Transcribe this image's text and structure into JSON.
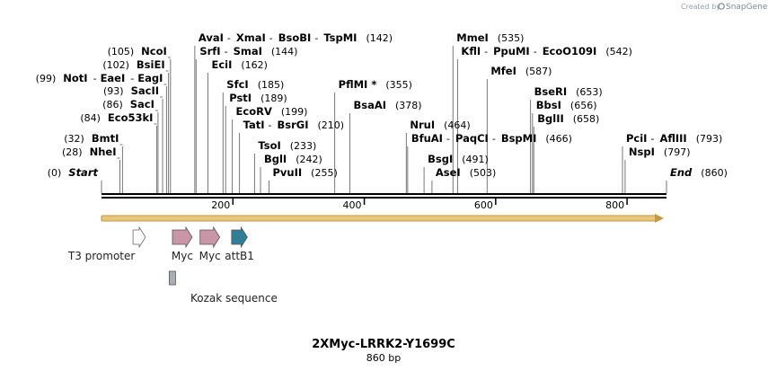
{
  "credit": {
    "prefix": "Created by",
    "brand": "SnapGene"
  },
  "map": {
    "title": "2XMyc-LRRK2-Y1699C",
    "length_label": "860 bp",
    "length": 860,
    "ticks": [
      200,
      400,
      600,
      800
    ],
    "colors": {
      "orf_fill": "#e8c67c",
      "orf_stroke": "#c49a3c",
      "myc": "#c996a8",
      "attb1": "#2f7f96",
      "kozak": "#a9aeb3",
      "promoter": "#ffffff"
    }
  },
  "site_groups": [
    {
      "pos": "(0)",
      "parts": [
        {
          "name": "Start",
          "at": 0
        }
      ],
      "kind": "start"
    },
    {
      "pos": "(28)",
      "parts": [
        {
          "name": "NheI",
          "at": 28
        }
      ]
    },
    {
      "pos": "(32)",
      "parts": [
        {
          "name": "BmtI",
          "at": 32
        }
      ]
    },
    {
      "pos": "(84)",
      "parts": [
        {
          "name": "Eco53kI",
          "at": 84
        }
      ]
    },
    {
      "pos": "(86)",
      "parts": [
        {
          "name": "SacI",
          "at": 86
        }
      ]
    },
    {
      "pos": "(93)",
      "parts": [
        {
          "name": "SacII",
          "at": 93
        }
      ]
    },
    {
      "pos": "(99)",
      "parts": [
        {
          "name": "NotI",
          "at": 99
        },
        {
          "name": "EaeI",
          "at": 99
        },
        {
          "name": "EagI",
          "at": 99
        }
      ]
    },
    {
      "pos": "(102)",
      "parts": [
        {
          "name": "BsiEI",
          "at": 102
        }
      ]
    },
    {
      "pos": "(105)",
      "parts": [
        {
          "name": "NcoI",
          "at": 105
        }
      ]
    },
    {
      "pos": "(142)",
      "parts": [
        {
          "name": "AvaI",
          "at": 142
        },
        {
          "name": "XmaI",
          "at": 142
        },
        {
          "name": "BsoBI",
          "at": 142
        },
        {
          "name": "TspMI",
          "at": 142
        }
      ]
    },
    {
      "pos": "(144)",
      "parts": [
        {
          "name": "SrfI",
          "at": 144
        },
        {
          "name": "SmaI",
          "at": 144
        }
      ]
    },
    {
      "pos": "(162)",
      "parts": [
        {
          "name": "EciI",
          "at": 162
        }
      ]
    },
    {
      "pos": "(185)",
      "parts": [
        {
          "name": "SfcI",
          "at": 185
        }
      ]
    },
    {
      "pos": "(189)",
      "parts": [
        {
          "name": "PstI",
          "at": 189
        }
      ]
    },
    {
      "pos": "(199)",
      "parts": [
        {
          "name": "EcoRV",
          "at": 199
        }
      ]
    },
    {
      "pos": "(210)",
      "parts": [
        {
          "name": "TatI",
          "at": 210
        },
        {
          "name": "BsrGI",
          "at": 210
        }
      ]
    },
    {
      "pos": "(233)",
      "parts": [
        {
          "name": "TsoI",
          "at": 233
        }
      ]
    },
    {
      "pos": "(242)",
      "parts": [
        {
          "name": "BglI",
          "at": 242
        }
      ]
    },
    {
      "pos": "(255)",
      "parts": [
        {
          "name": "PvuII",
          "at": 255
        }
      ]
    },
    {
      "pos": "(355)",
      "parts": [
        {
          "name": "PflMI *",
          "at": 355
        }
      ]
    },
    {
      "pos": "(378)",
      "parts": [
        {
          "name": "BsaAI",
          "at": 378
        }
      ]
    },
    {
      "pos": "(464)",
      "parts": [
        {
          "name": "NruI",
          "at": 464
        }
      ]
    },
    {
      "pos": "(466)",
      "parts": [
        {
          "name": "BfuAI",
          "at": 466
        },
        {
          "name": "PaqCI",
          "at": 466
        },
        {
          "name": "BspMI",
          "at": 466
        }
      ]
    },
    {
      "pos": "(491)",
      "parts": [
        {
          "name": "BsgI",
          "at": 491
        }
      ]
    },
    {
      "pos": "(503)",
      "parts": [
        {
          "name": "AseI",
          "at": 503
        }
      ]
    },
    {
      "pos": "(535)",
      "parts": [
        {
          "name": "MmeI",
          "at": 535
        }
      ]
    },
    {
      "pos": "(542)",
      "parts": [
        {
          "name": "KflI",
          "at": 542
        },
        {
          "name": "PpuMI",
          "at": 542
        },
        {
          "name": "EcoO109I",
          "at": 542
        }
      ]
    },
    {
      "pos": "(587)",
      "parts": [
        {
          "name": "MfeI",
          "at": 587
        }
      ]
    },
    {
      "pos": "(653)",
      "parts": [
        {
          "name": "BseRI",
          "at": 653
        }
      ]
    },
    {
      "pos": "(656)",
      "parts": [
        {
          "name": "BbsI",
          "at": 656
        }
      ]
    },
    {
      "pos": "(658)",
      "parts": [
        {
          "name": "BglII",
          "at": 658
        }
      ]
    },
    {
      "pos": "(793)",
      "parts": [
        {
          "name": "PciI",
          "at": 793
        },
        {
          "name": "AflIII",
          "at": 793
        }
      ]
    },
    {
      "pos": "(797)",
      "parts": [
        {
          "name": "NspI",
          "at": 797
        }
      ]
    },
    {
      "pos": "(860)",
      "parts": [
        {
          "name": "End",
          "at": 860
        }
      ],
      "kind": "end"
    }
  ],
  "features": [
    {
      "name": "T3 promoter",
      "start": 48,
      "end": 67,
      "type": "promoter"
    },
    {
      "name": "Myc",
      "start": 108,
      "end": 138,
      "type": "myc"
    },
    {
      "name": "Myc",
      "start": 150,
      "end": 180,
      "type": "myc"
    },
    {
      "name": "attB1",
      "start": 198,
      "end": 222,
      "type": "attb1"
    },
    {
      "name": "Kozak sequence",
      "start": 99,
      "end": 108,
      "type": "kozak"
    }
  ]
}
